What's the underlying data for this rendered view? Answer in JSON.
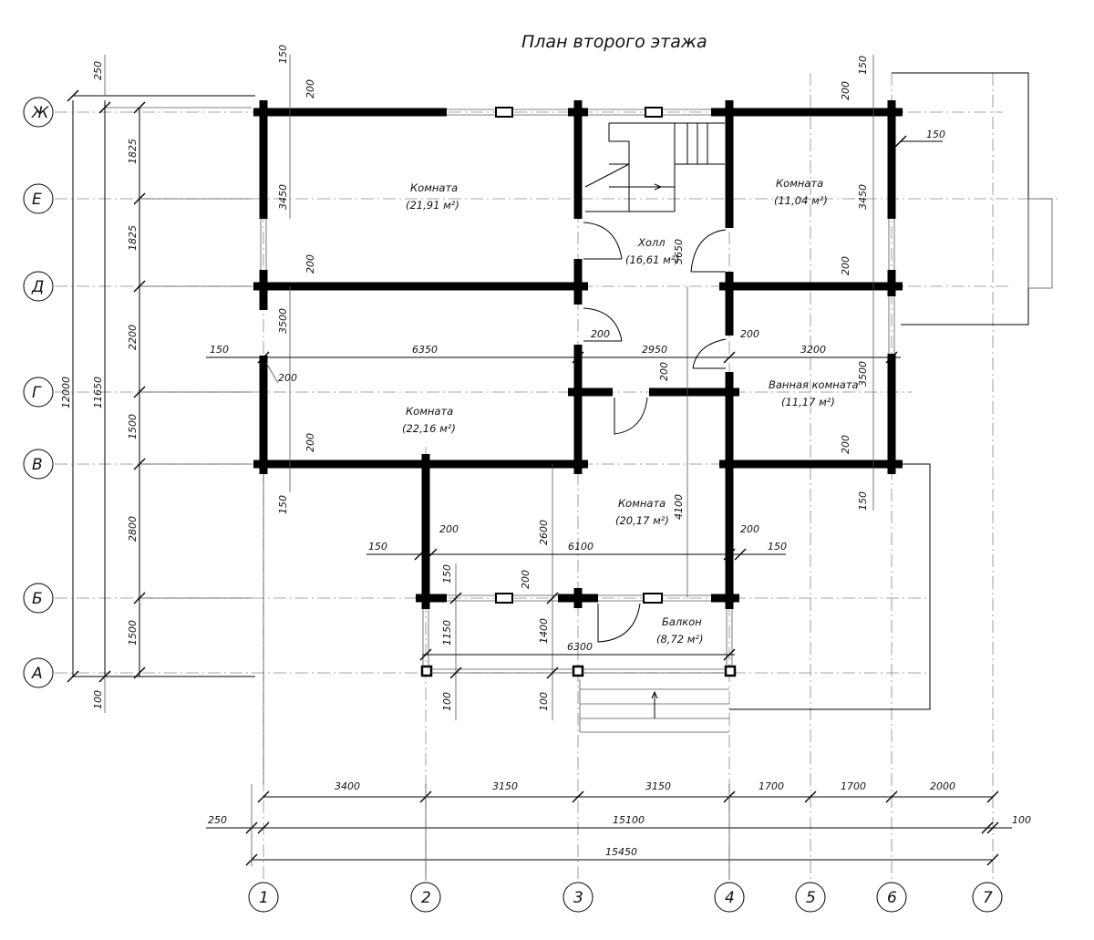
{
  "title": "План второго этажа",
  "rooms": [
    {
      "name": "Комната",
      "area": "(21,91 м²)"
    },
    {
      "name": "Холл",
      "area": "(16,61 м²)"
    },
    {
      "name": "Комната",
      "area": "(11,04 м²)"
    },
    {
      "name": "Комната",
      "area": "(22,16 м²)"
    },
    {
      "name": "Ванная комната",
      "area": "(11,17 м²)"
    },
    {
      "name": "Комната",
      "area": "(20,17 м²)"
    },
    {
      "name": "Балкон",
      "area": "(8,72 м²)"
    }
  ],
  "axes_letters": [
    "Ж",
    "Е",
    "Д",
    "Г",
    "В",
    "Б",
    "А"
  ],
  "axes_numbers": [
    "1",
    "2",
    "3",
    "4",
    "5",
    "6",
    "7"
  ],
  "dims_bottom_row1": [
    "3400",
    "3150",
    "3150",
    "1700",
    "1700",
    "2000"
  ],
  "dims_bottom_row2": {
    "left": "250",
    "total": "15100",
    "right": "100"
  },
  "dims_bottom_row3": "15450",
  "dims_left_inner": [
    "1825",
    "1825",
    "2200",
    "1500",
    "2800",
    "1500"
  ],
  "dims_left_mid": "11650",
  "dims_left_outer": "12000",
  "dims_left_small": {
    "top": "250",
    "bottom": "100"
  },
  "dims_misc": {
    "d150_a": "150",
    "d200_a": "200",
    "d3450_a": "3450",
    "d200_b": "200",
    "d3500_a": "3500",
    "d150_b": "150",
    "d200_c": "200",
    "d6350": "6350",
    "d200_d": "200",
    "d2950": "2950",
    "d200_e": "200",
    "d3200": "3200",
    "d200_f": "200",
    "d3500_b": "3500",
    "d200_g": "200",
    "d150_c": "150",
    "d150_d": "150",
    "d3450_b": "3450",
    "d200_h": "200",
    "d150_e": "150",
    "d200_i": "200",
    "d200_j": "200",
    "d5650": "5650",
    "d4100": "4100",
    "d2600": "2600",
    "d200_k": "200",
    "d150_f": "150",
    "d6100": "6100",
    "d150_g": "150",
    "d200_l": "200",
    "d150_h": "150",
    "d200_m": "200",
    "d1150": "1150",
    "d1400": "1400",
    "d6300": "6300",
    "d100_a": "100",
    "d100_b": "100",
    "d150_i": "150"
  }
}
